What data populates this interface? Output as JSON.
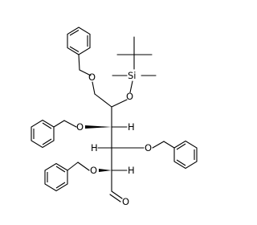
{
  "structure": {
    "atoms": {
      "o_top_ether": "O",
      "si": "Si",
      "o_silyl": "O",
      "o_ether_left_mid": "O",
      "h_c3": "H",
      "h_c4_left": "H",
      "o_ether_right_mid": "O",
      "h_c2": "H",
      "o_ether_low": "O",
      "o_aldehyde": "O"
    }
  }
}
